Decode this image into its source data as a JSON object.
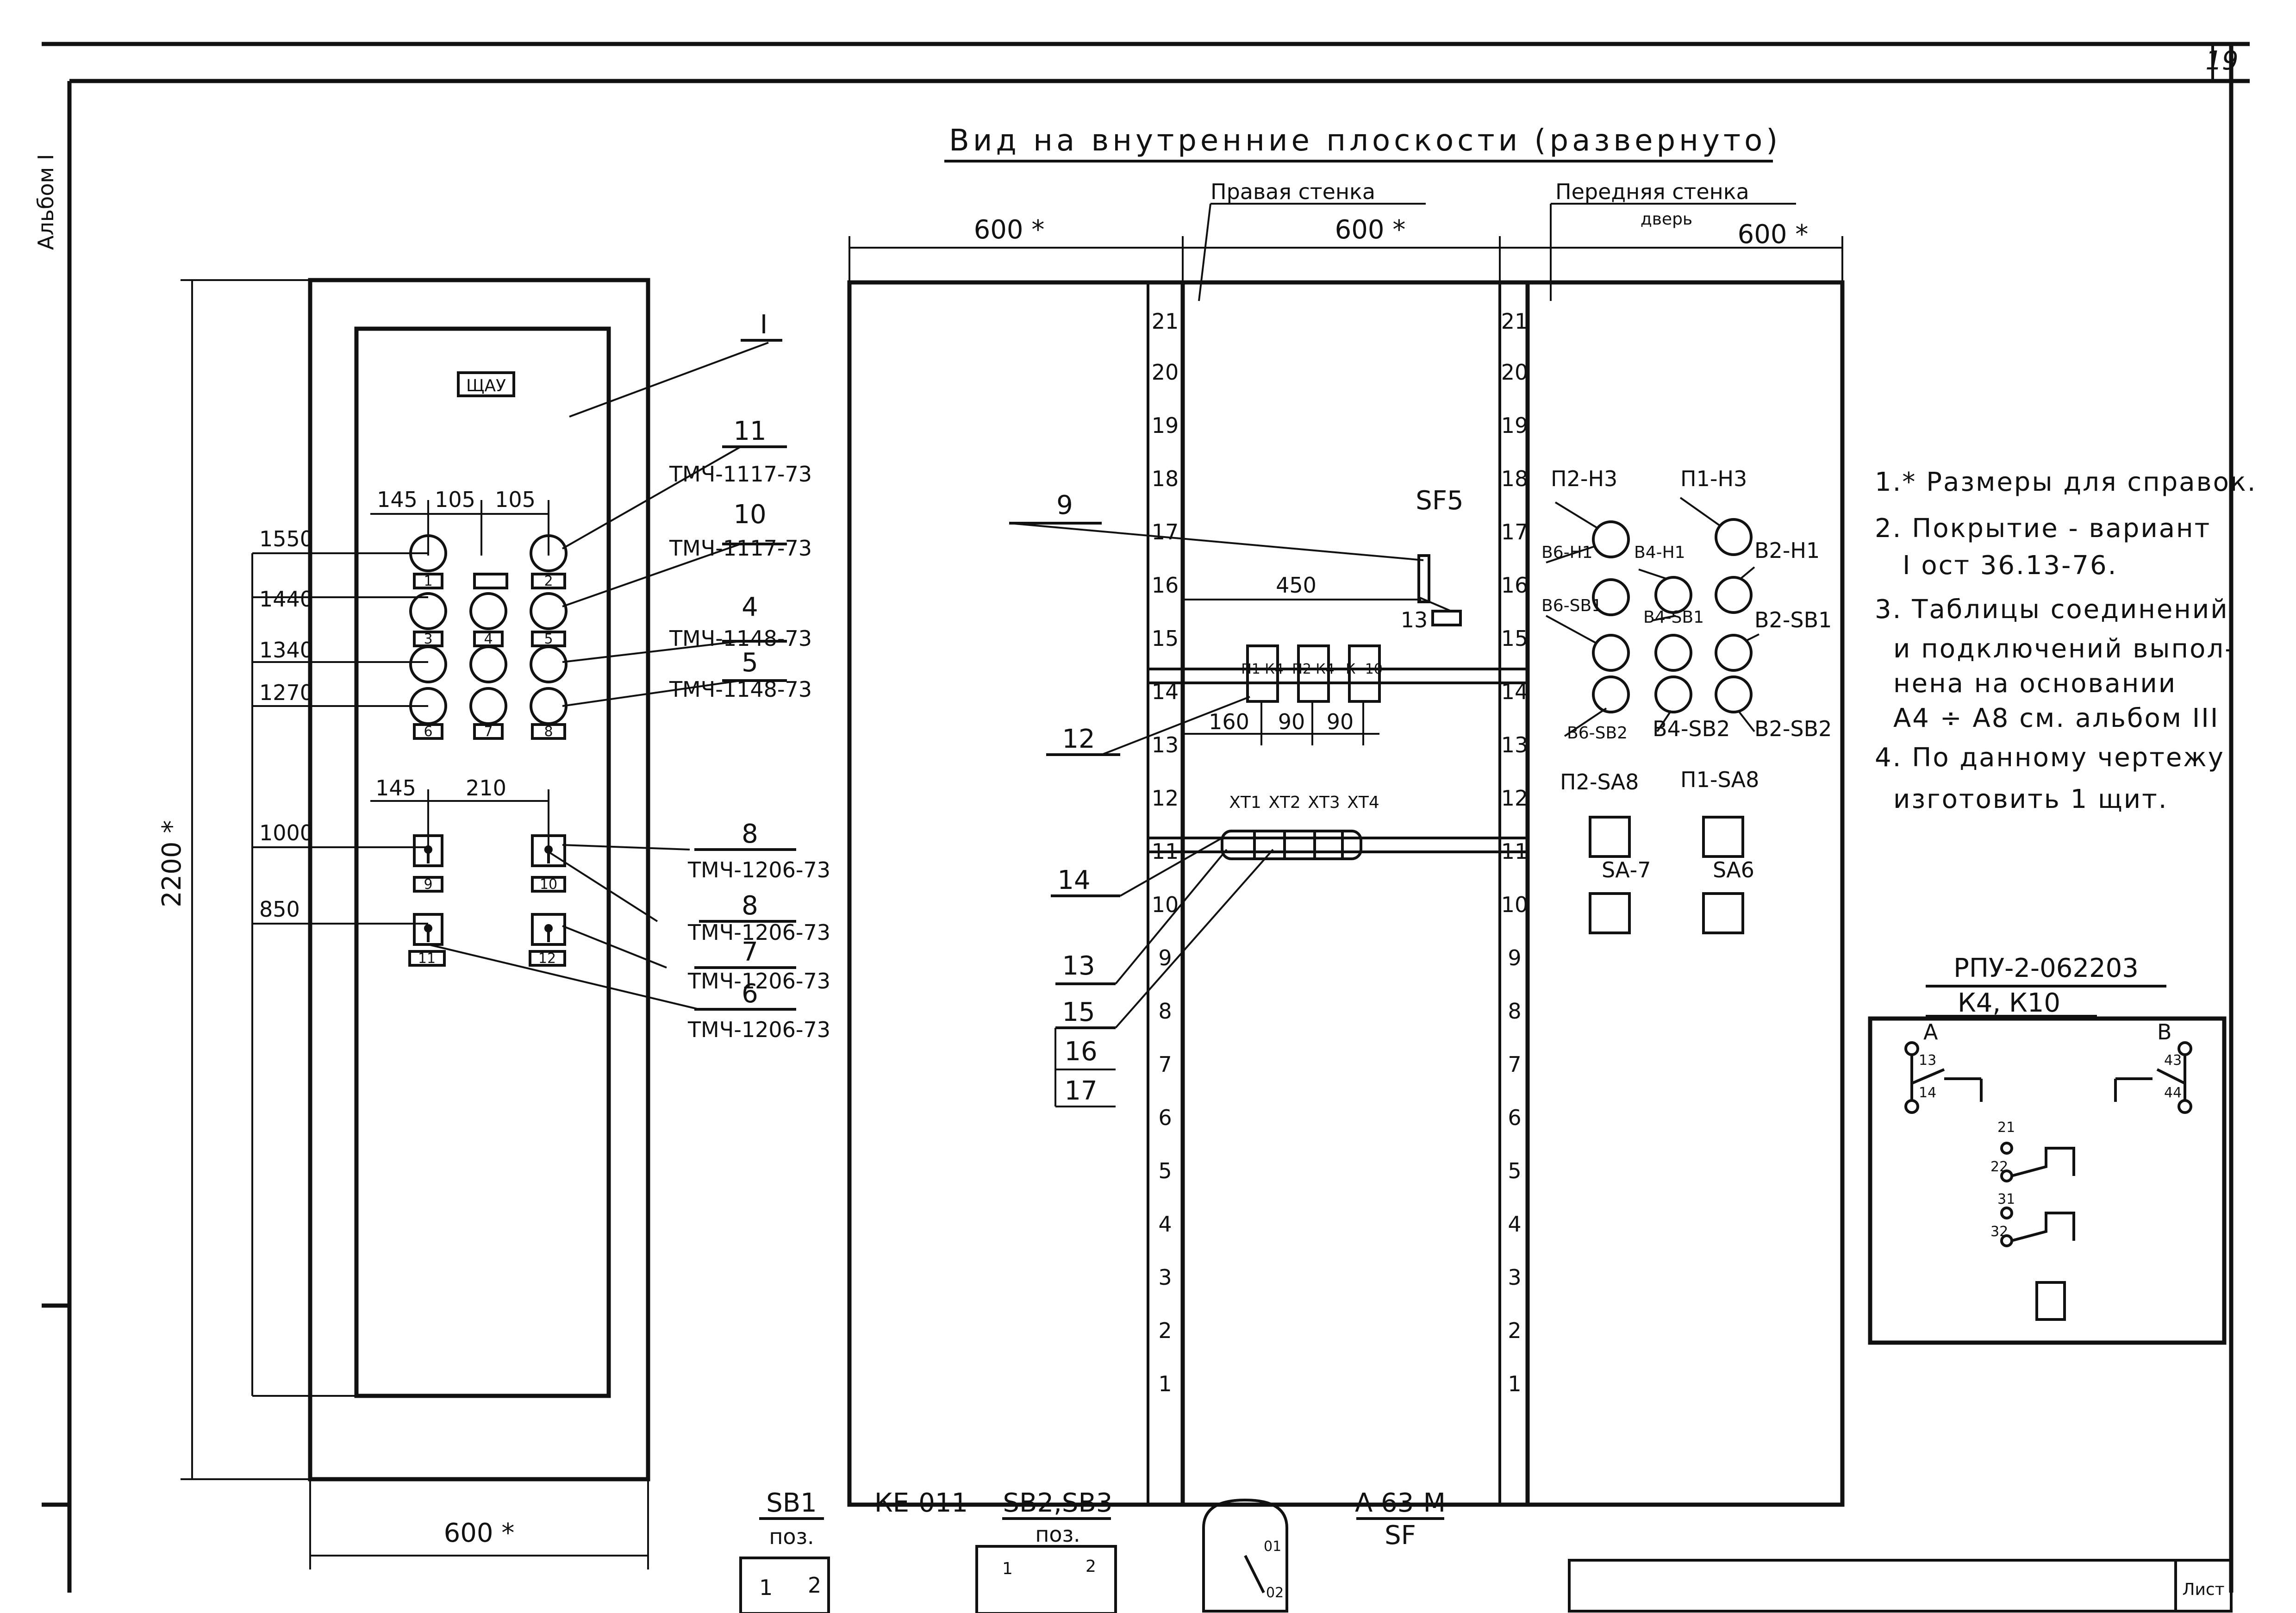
{
  "sheet": {
    "page_number": "19",
    "side_label": "Альбом I",
    "title": "Вид на внутренние плоскости (развернуто)",
    "corner_label": "Лист"
  },
  "walls": {
    "right_wall": "Правая стенка",
    "front_wall": "Передняя стенка",
    "door": "дверь",
    "width_left": "600 *",
    "width_mid": "600 *",
    "width_right": "600 *"
  },
  "door_panel": {
    "roman": "I",
    "nameplate": "ЩАУ",
    "height": "2200 *",
    "width": "600 *",
    "cols_top": [
      "145",
      "105",
      "105"
    ],
    "cols_bottom": [
      "145",
      "210"
    ],
    "levels": [
      "1550",
      "1440",
      "1340",
      "1270",
      "1000",
      "850"
    ],
    "tags": [
      "1",
      "2",
      "3",
      "4",
      "5",
      "6",
      "7",
      "8",
      "9",
      "10",
      "11",
      "12"
    ],
    "callouts": [
      {
        "num": "11",
        "type": "ТМЧ-1117-73"
      },
      {
        "num": "10",
        "type": "ТМЧ-1117-73"
      },
      {
        "num": "4",
        "type": "ТМЧ-1148-73"
      },
      {
        "num": "5",
        "type": "ТМЧ-1148-73"
      },
      {
        "num": "8",
        "type": "ТМЧ-1206-73"
      },
      {
        "num": "8",
        "type": "ТМЧ-1206-73"
      },
      {
        "num": "7",
        "type": "ТМЧ-1206-73"
      },
      {
        "num": "6",
        "type": "ТМЧ-1206-73"
      }
    ]
  },
  "rail_numbers": [
    "21",
    "20",
    "19",
    "18",
    "17",
    "16",
    "15",
    "14",
    "13",
    "12",
    "11",
    "10",
    "9",
    "8",
    "7",
    "6",
    "5",
    "4",
    "3",
    "2",
    "1"
  ],
  "right_wall_items": {
    "breaker": "SF5",
    "breaker_pos": "13",
    "dim_450": "450",
    "relays": [
      "П1 К4",
      "П2 К4",
      "К- 10"
    ],
    "relay_dims": [
      "160",
      "90",
      "90"
    ],
    "terminals": [
      "ХТ1",
      "ХТ2",
      "ХТ3",
      "ХТ4"
    ],
    "callouts": [
      "9",
      "12",
      "14",
      "13",
      "15",
      "16",
      "17"
    ]
  },
  "front_wall_items": {
    "labels": [
      "П2-Н3",
      "П1-Н3",
      "В6-Н1",
      "В4-Н1",
      "В2-Н1",
      "В6-SВ1",
      "В4-SВ1",
      "В2-SВ1",
      "В6-SВ2",
      "В4-SВ2",
      "В2-SВ2",
      "П2-SА8",
      "П1-SА8",
      "SА-7",
      "SА6"
    ]
  },
  "notes": [
    "1.* Размеры для справок.",
    "2. Покрытие - вариант",
    "I ост 36.13-76.",
    "3. Таблицы соединений",
    "и подключений выпол-",
    "нена на основании",
    "А4 ÷ А8 см. альбом III",
    "4. По данному чертежу",
    "изготовить 1 щит."
  ],
  "relay_diagram": {
    "title": "РПУ-2-062203",
    "subtitle": "К4, К10",
    "terminals": [
      "А",
      "В",
      "13",
      "14",
      "43",
      "44",
      "21",
      "22",
      "31",
      "32"
    ]
  },
  "legend": {
    "sb1": "SВ1",
    "sb1_pos": "поз.",
    "ke": "КЕ-011",
    "sb23": "SВ2,SВ3",
    "sb23_pos": "поз.",
    "a63": "А 63-М",
    "sf": "SF",
    "sym_nums": [
      "1",
      "2",
      "1",
      "2",
      "01",
      "02"
    ]
  }
}
